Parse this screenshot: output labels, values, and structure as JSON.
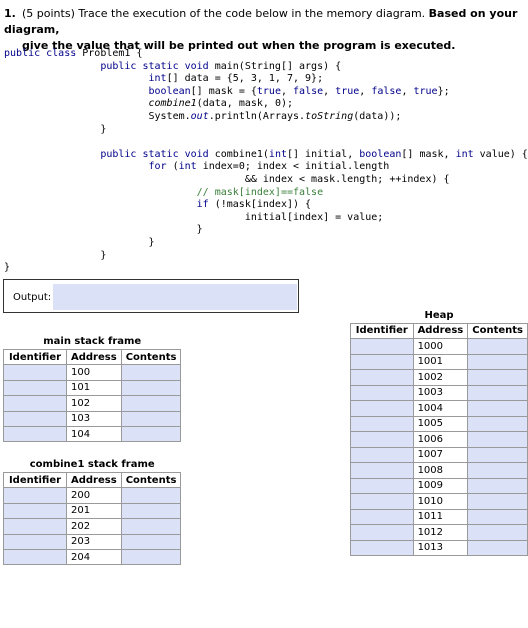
{
  "question": {
    "number": "1.",
    "line1_plain": "(5 points) Trace the execution of the code below in the memory diagram. ",
    "line1_bold": "Based on your diagram,",
    "line2": "give the value that will be printed out when the program is executed."
  },
  "code": {
    "l01_kw1": "public class",
    "l01_rest": " Problem1 {",
    "l02_kw": "public static void",
    "l02_rest": " main(String[] args) {",
    "l03_kw": "int",
    "l03_rest": "[] data = {5, 3, 1, 7, 9};",
    "l04_kw": "boolean",
    "l04_mid": "[] mask = {",
    "l04_t1": "true",
    "l04_c1": ", ",
    "l04_f1": "false",
    "l04_c2": ", ",
    "l04_t2": "true",
    "l04_c3": ", ",
    "l04_f2": "false",
    "l04_c4": ", ",
    "l04_t3": "true",
    "l04_end": "};",
    "l05_it": "combine1",
    "l05_rest": "(data, mask, 0);",
    "l06_pre": "System.",
    "l06_out": "out",
    "l06_mid": ".println(Arrays.",
    "l06_ts": "toString",
    "l06_rest": "(data));",
    "l07": "}",
    "l08_kw": "public static void",
    "l08_mid": " combine1(",
    "l08_kw2": "int",
    "l08_mid2": "[] initial, ",
    "l08_kw3": "boolean",
    "l08_mid3": "[] mask, ",
    "l08_kw4": "int",
    "l08_rest": " value) {",
    "l09_kw": "for",
    "l09_mid": " (",
    "l09_kw2": "int",
    "l09_rest": " index=0; index < initial.length",
    "l10": "&& index < mask.length; ++index) {",
    "l11": "// mask[index]==false",
    "l12_kw": "if",
    "l12_rest": " (!mask[index]) {",
    "l13": "initial[index] = value;",
    "l14": "}",
    "l15": "}",
    "l16": "}",
    "l17": "}"
  },
  "output": {
    "label": "Output:",
    "value": ""
  },
  "main_frame": {
    "title": "main stack frame",
    "headers": [
      "Identifier",
      "Address",
      "Contents"
    ],
    "addresses": [
      "100",
      "101",
      "102",
      "103",
      "104"
    ]
  },
  "combine_frame": {
    "title": "combine1 stack frame",
    "headers": [
      "Identifier",
      "Address",
      "Contents"
    ],
    "addresses": [
      "200",
      "201",
      "202",
      "203",
      "204"
    ]
  },
  "heap": {
    "title": "Heap",
    "headers": [
      "Identifier",
      "Address",
      "Contents"
    ],
    "addresses": [
      "1000",
      "1001",
      "1002",
      "1003",
      "1004",
      "1005",
      "1006",
      "1007",
      "1008",
      "1009",
      "1010",
      "1011",
      "1012",
      "1013"
    ]
  },
  "colors": {
    "fill": "#dbe2f7",
    "keyword": "#00008b",
    "comment": "#3a7f3a"
  }
}
